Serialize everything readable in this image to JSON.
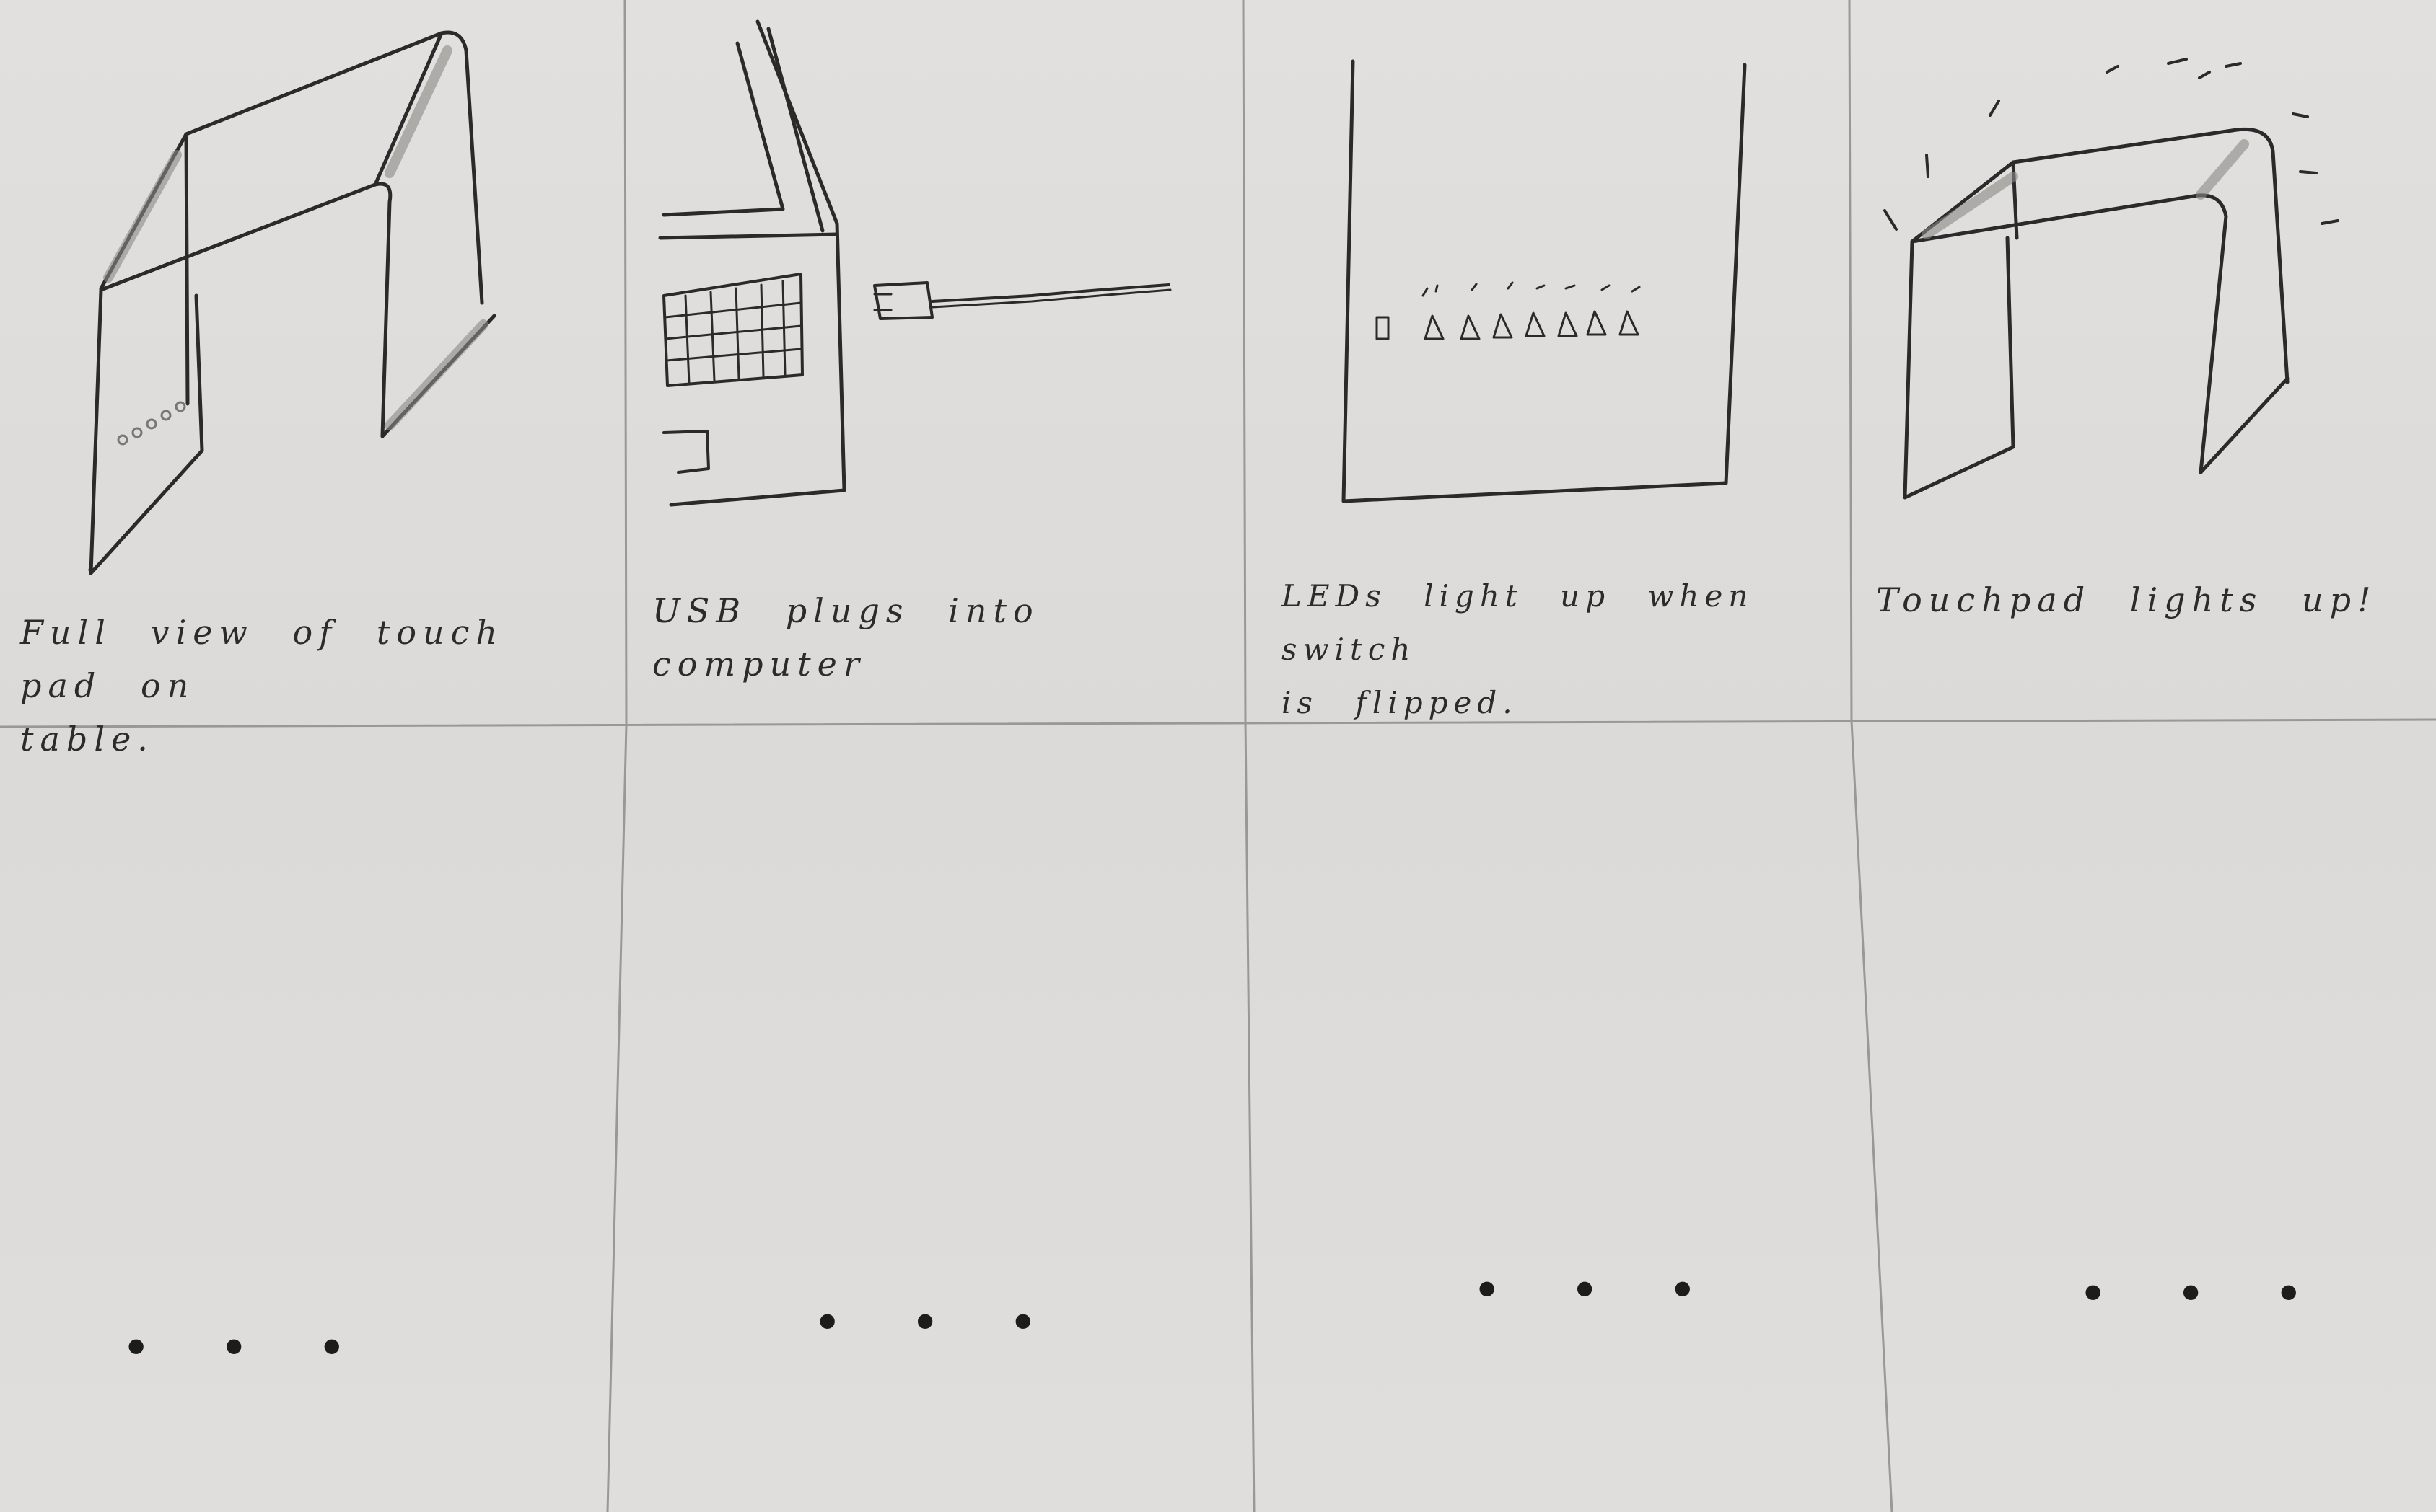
{
  "storyboard": {
    "panels": [
      {
        "caption": "Full view of touch pad on\ntable.",
        "sketch": "touchpad-arch-sketch"
      },
      {
        "caption": "USB plugs into computer",
        "sketch": "usb-laptop-sketch"
      },
      {
        "caption": "LEDs light up when switch\nis flipped.",
        "sketch": "led-row-sketch"
      },
      {
        "caption": "Touchpad lights up!",
        "sketch": "touchpad-glow-sketch"
      }
    ],
    "continuation_marks": [
      "• • •",
      "• • •",
      "• • •",
      "• • •"
    ]
  }
}
